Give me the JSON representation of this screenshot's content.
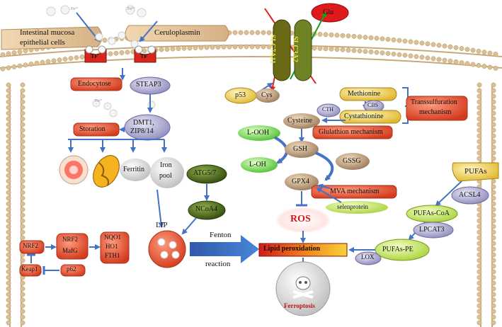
{
  "colors": {
    "membrane": "#d9bf93",
    "membrane_dark": "#b89a68",
    "red_node": "#e8553a",
    "lavender_node": "#b9b6d8",
    "green_node": "#7ed957",
    "dark_green_node": "#3c5a14",
    "yellow_node": "#f2d45a",
    "blue_arrow": "#4472c4"
  },
  "iron_source": {
    "fe3": "Fe³⁺",
    "fe2": "Fe²⁺",
    "mucosa": "Intestinal mucosa epithelial cells",
    "mucosa_l1": "Intestinal mucosa",
    "mucosa_l2": "epithelial cells",
    "ceruloplasmin": "Ceruloplasmin",
    "tf": "TF"
  },
  "iron_metabolism": {
    "endocytose": "Endocytose",
    "steap3": "STEAP3",
    "dmt1_l1": "DMT1,",
    "dmt1_l2": "ZIP8/14",
    "storation": "Storation",
    "ferritin": "Ferritin",
    "iron_pool_l1": "Iron",
    "iron_pool_l2": "pool",
    "atg": "ATG5/7",
    "ncoa4": "NCoA4",
    "lip": "LIP",
    "fenton_l1": "Fenton",
    "fenton_l2": "reaction"
  },
  "nrf2_axis": {
    "nrf2": "NRF2",
    "nrf2_b": "NRF2",
    "mafg": "MafG",
    "nqo1": "NQO1",
    "ho1": "HO1",
    "fth1": "FTH1",
    "keap1": "Keap1",
    "p62": "p62"
  },
  "system_xc": {
    "glu": "Glu",
    "slc7a11": "SLC7A11",
    "slc3a2": "SLC3A2",
    "p53": "p53",
    "cys": "Cys",
    "methionine": "Methionine",
    "cbs": "CBS",
    "cth": "CTH",
    "cystathionine": "Cystathionine",
    "transsulfuration_l1": "Transsulfuration",
    "transsulfuration_l2": "mechanism",
    "cysteine": "Cysteine",
    "glutathion": "Glulathion mechanism",
    "looh": "L-OOH",
    "loh": "L-OH",
    "gsh": "GSH",
    "gssg": "GSSG",
    "gpx4": "GPX4",
    "mva": "MVA mechanism",
    "selenoprotein": "selenprotein",
    "ros": "ROS"
  },
  "lipid": {
    "pufas": "PUFAs",
    "acsl4": "ACSL4",
    "pufas_coa": "PUFAs-CoA",
    "lpcat3": "LPCAT3",
    "pufas_pe": "PUFAs-PE",
    "lox": "LOX",
    "lipid_peroxidation": "Lipid peroxidation",
    "ferroptosis": "Ferroptosis"
  }
}
